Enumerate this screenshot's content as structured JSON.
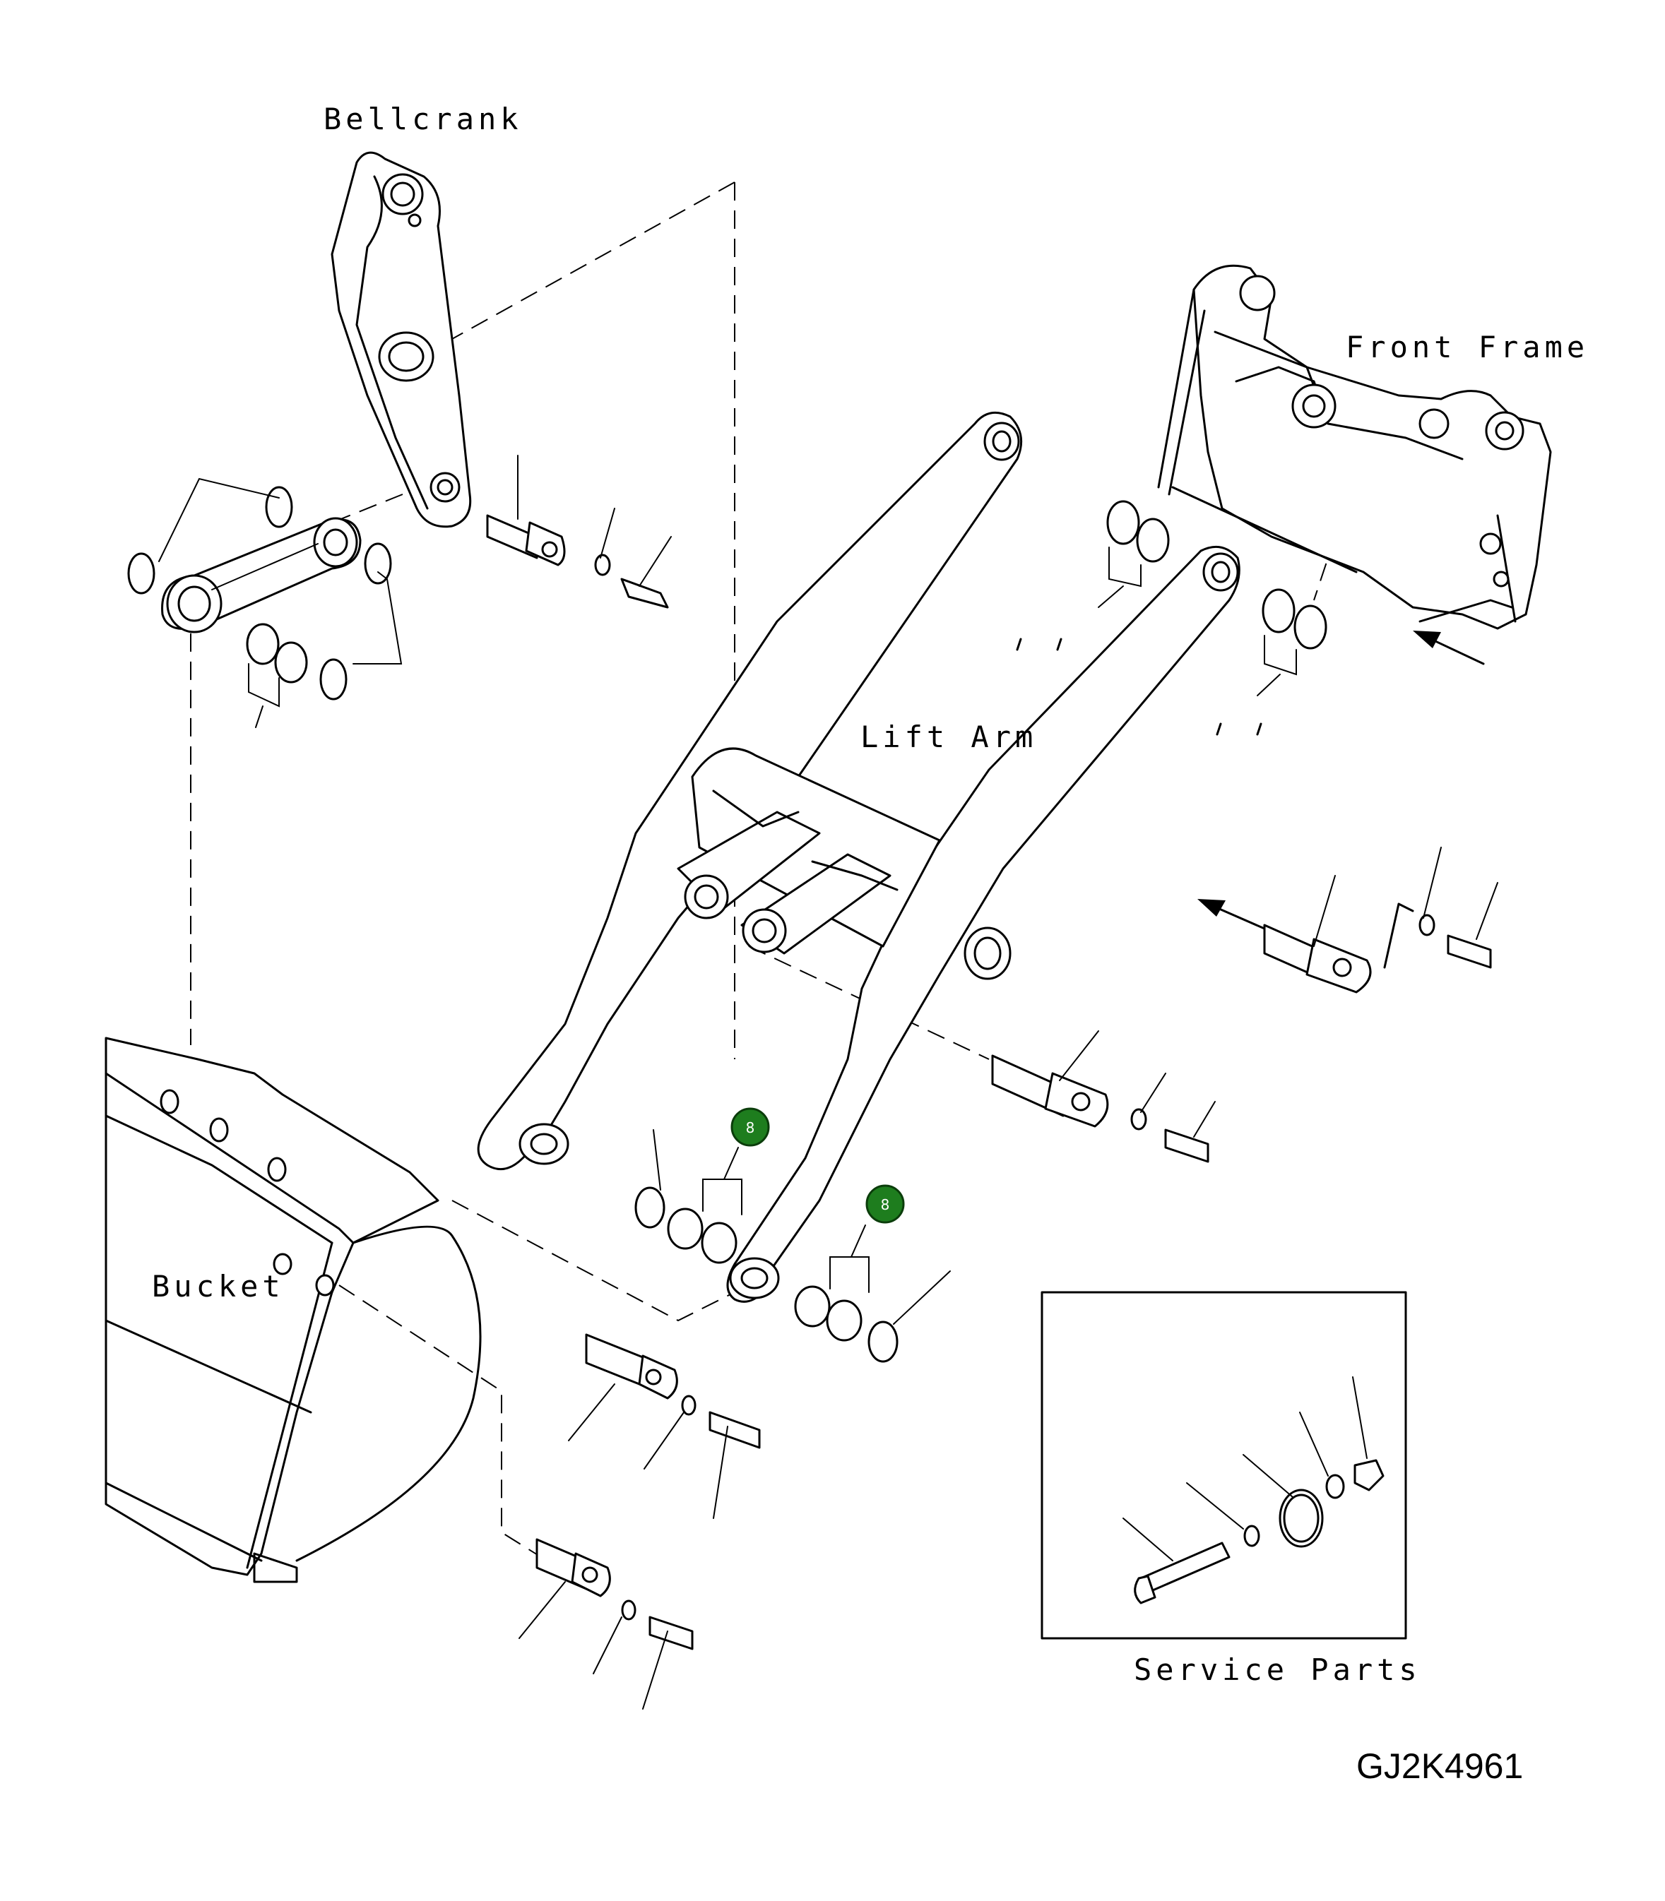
{
  "labels": {
    "bellcrank": "Bellcrank",
    "front_frame": "Front Frame",
    "lift_arm": "Lift Arm",
    "bucket": "Bucket",
    "service_parts": "Service Parts"
  },
  "drawing_code": "GJ2K4961",
  "callouts": [
    "8",
    "8"
  ],
  "colors": {
    "callout_fill": "#1e7d1e",
    "line": "#000000",
    "background": "#ffffff"
  }
}
